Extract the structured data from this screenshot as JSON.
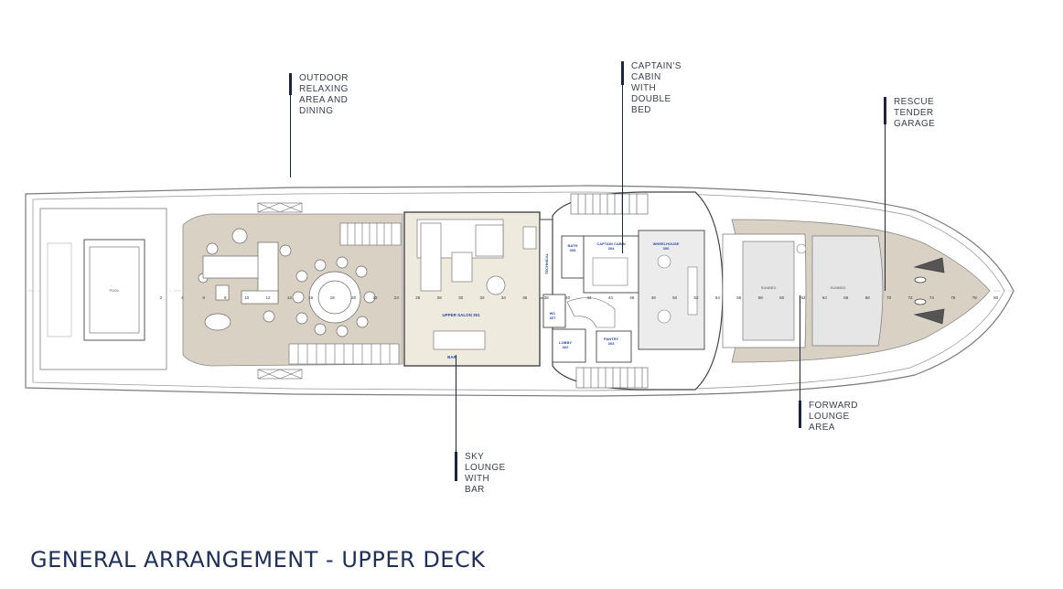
{
  "title": "GENERAL ARRANGEMENT - UPPER DECK",
  "callouts": {
    "outdoor": "OUTDOOR  RELAXING\nAREA AND DINING",
    "captain": "CAPTAIN'S CABIN\nWITH DOUBLE BED",
    "rescue": "RESCUE\nTENDER\nGARAGE",
    "forward": "FORWARD\nLOUNGE AREA",
    "sky": "SKY   LOUNGE\nWITH BAR"
  },
  "plan_labels": {
    "pool": "POOL",
    "upper_salon": "UPPER SALON 301",
    "bar": "BAR",
    "technical": "TECHNICAL",
    "bath": "BATH\n305",
    "captain_cabin": "CAPTAIN CABIN\n304",
    "wheelhouse": "WHEELHOUSE\n306",
    "wc": "WC\n307",
    "lobby": "LOBBY\n302",
    "pantry": "PANTRY\n303",
    "sunbed_1": "SUNBED",
    "sunbed_2": "SUNBED"
  },
  "frame_numbers": [
    "2",
    "4",
    "6",
    "8",
    "10",
    "12",
    "14",
    "16",
    "18",
    "20",
    "22",
    "24",
    "26",
    "28",
    "30",
    "32",
    "34",
    "36",
    "38",
    "40",
    "42",
    "44",
    "46",
    "48",
    "50",
    "52",
    "54",
    "56",
    "58",
    "60",
    "62",
    "64",
    "66",
    "68",
    "70",
    "72",
    "74",
    "76",
    "78",
    "80"
  ],
  "colors": {
    "accent": "#1c2444",
    "title": "#20305c",
    "deck_tan": "#d9d1c3",
    "interior": "#eeeadd",
    "room_label": "#2b4aa8"
  }
}
